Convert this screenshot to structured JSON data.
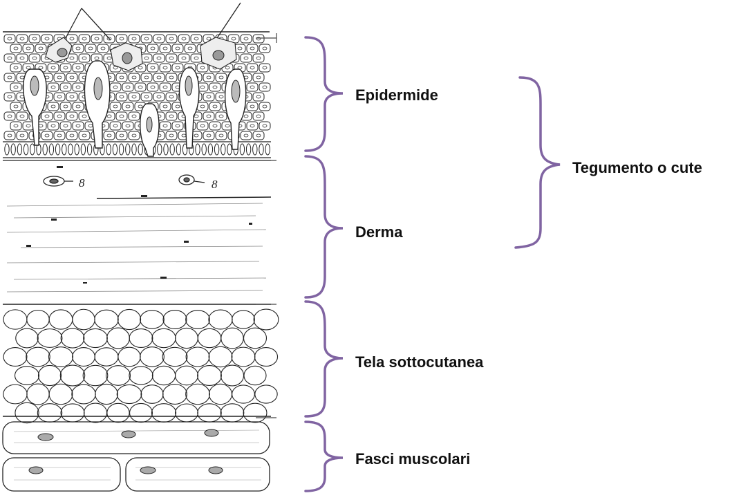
{
  "labels": {
    "epidermide": "Epidermide",
    "derma": "Derma",
    "tela": "Tela sottocutanea",
    "fasci": "Fasci muscolari",
    "tegumento": "Tegumento o cute"
  },
  "glands": {
    "number_label": "8"
  },
  "colors": {
    "bracket": "#8064a2",
    "ink": "#222222",
    "text": "#111111"
  }
}
